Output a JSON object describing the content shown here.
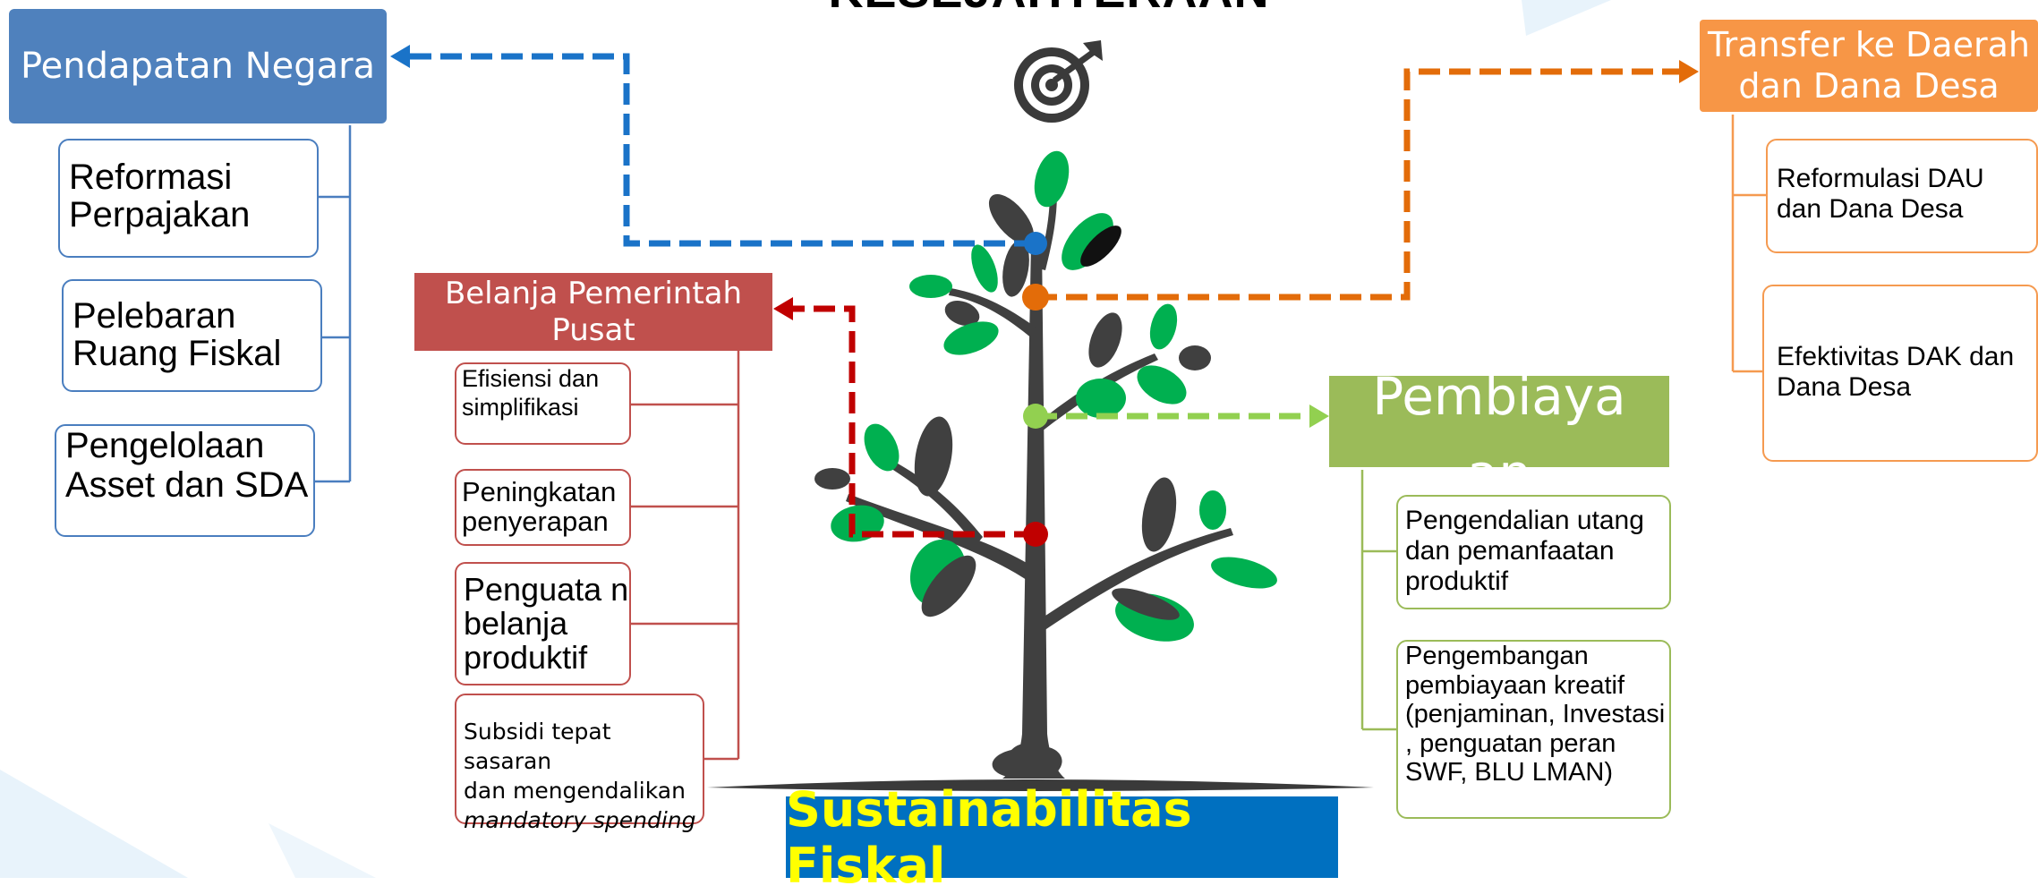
{
  "title": "KESEJAHTERAAN",
  "icons": {
    "target": "target-icon",
    "tree": "tree-icon"
  },
  "colors": {
    "blue_header": "#4f81bd",
    "blue_line": "#1a73c8",
    "blue_border": "#4a7ebf",
    "orange_header": "#f79646",
    "orange_line": "#e36c09",
    "orange_border": "#f59a50",
    "red_header": "#c0504d",
    "red_line": "#c00000",
    "red_border": "#c0504d",
    "green_header": "#9bbb59",
    "green_line": "#92d050",
    "green_border": "#9bbb59",
    "base_band": "#0070c0",
    "base_text": "#ffff00",
    "leaf_green": "#00b050",
    "leaf_dark": "#404040"
  },
  "pendapatan": {
    "header": "Pendapatan Negara",
    "items": [
      "Reformasi Perpajakan",
      "Pelebaran Ruang Fiskal",
      "Pengelolaan Asset dan SDA"
    ]
  },
  "belanja": {
    "header": "Belanja Pemerintah Pusat",
    "items": [
      "Efisiensi dan simplifikasi",
      "Peningkatan penyerapan",
      "Penguata n belanja produktif"
    ],
    "subsidi": {
      "line1": "Subsidi tepat sasaran",
      "line2": "dan mengendalikan",
      "line3": "mandatory spending"
    }
  },
  "transfer": {
    "header": "Transfer ke Daerah dan Dana Desa",
    "items": [
      "Reformulasi DAU dan Dana Desa",
      "Efektivitas DAK dan Dana Desa"
    ]
  },
  "pembiayaan": {
    "header": "Pembiayaan",
    "items": [
      "Pengendalian utang dan pemanfaatan produktif",
      "Pengembangan pembiayaan kreatif (penjaminan, Investasi , penguatan peran SWF, BLU LMAN)"
    ]
  },
  "base": "Sustainabilitas Fiskal"
}
